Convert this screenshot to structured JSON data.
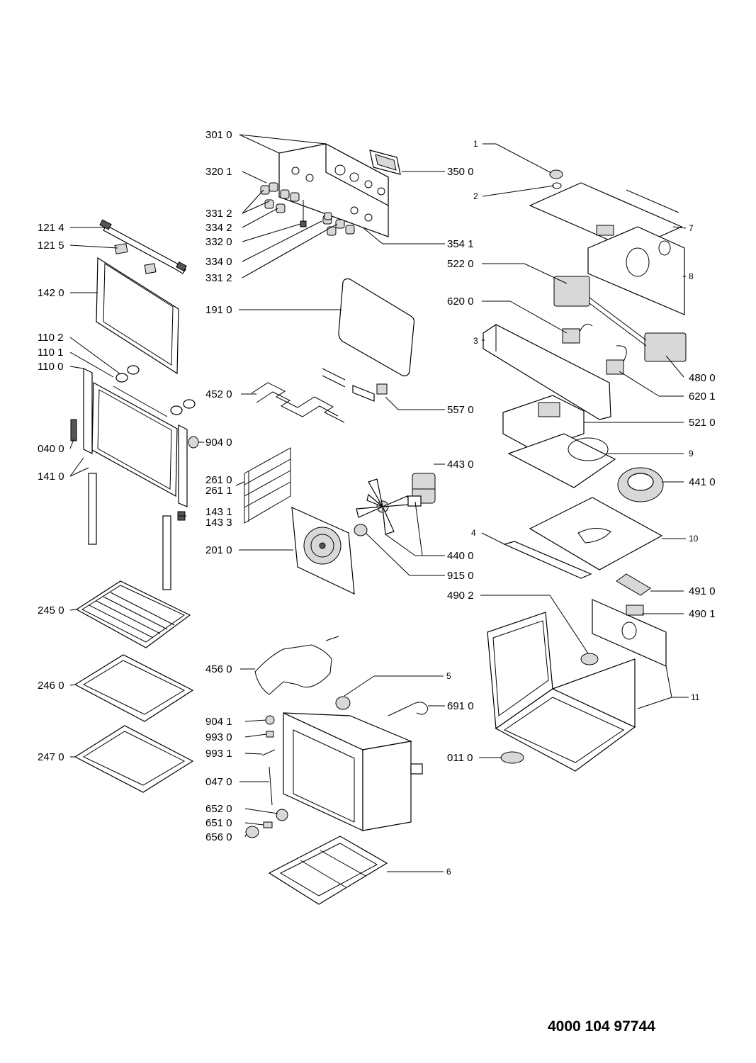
{
  "document_number": "4000 104 97744",
  "labels_left": {
    "l_1214": "121 4",
    "l_1215": "121 5",
    "l_1420": "142 0",
    "l_1102": "110 2",
    "l_1101": "110 1",
    "l_1100": "110 0",
    "l_0400": "040 0",
    "l_1410": "141 0",
    "l_2450": "245 0",
    "l_2460": "246 0",
    "l_2470": "247 0"
  },
  "labels_center": {
    "l_3010": "301 0",
    "l_3201": "320 1",
    "l_3312a": "331 2",
    "l_3342": "334 2",
    "l_3320": "332 0",
    "l_3340": "334 0",
    "l_3312b": "331 2",
    "l_3500": "350 0",
    "l_3541": "354 1",
    "l_1910": "191 0",
    "l_4520": "452 0",
    "l_5570": "557 0",
    "l_9040": "904 0",
    "l_2610": "261 0",
    "l_2611": "261 1",
    "l_1431": "143 1",
    "l_1433": "143 3",
    "l_4430": "443 0",
    "l_2010": "201 0",
    "l_4400": "440 0",
    "l_9150": "915 0",
    "l_4560": "456 0",
    "l_9041": "904 1",
    "l_9930": "993 0",
    "l_9931": "993 1",
    "l_0470": "047 0",
    "l_6520": "652 0",
    "l_6510": "651 0",
    "l_6560": "656 0",
    "l_5": "5",
    "l_6910": "691 0",
    "l_6": "6"
  },
  "labels_right": {
    "l_1": "1",
    "l_2": "2",
    "l_7": "7",
    "l_8": "8",
    "l_5220": "522 0",
    "l_6200": "620 0",
    "l_3": "3",
    "l_4800": "480 0",
    "l_6201": "620 1",
    "l_5210": "521 0",
    "l_9": "9",
    "l_4410": "441 0",
    "l_4": "4",
    "l_10": "10",
    "l_4910": "491 0",
    "l_4902": "490 2",
    "l_4901": "490 1",
    "l_11": "11",
    "l_0110": "011 0"
  }
}
